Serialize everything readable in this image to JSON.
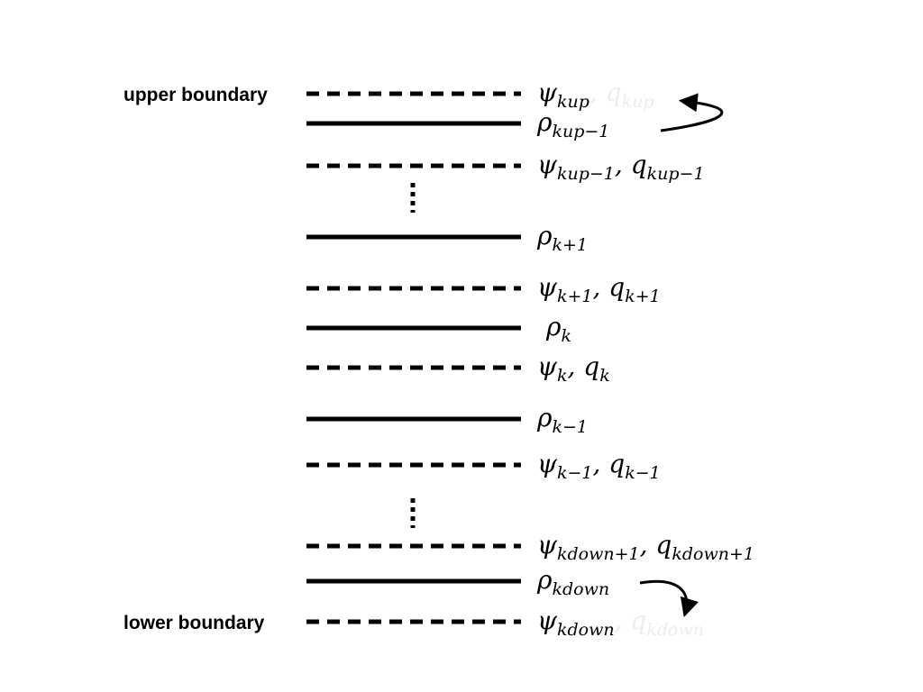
{
  "boundaries": {
    "upper": "upper boundary",
    "lower": "lower boundary"
  },
  "levels": [
    {
      "kind": "psi-q",
      "psi_sub": "kup",
      "q_sub": "kup",
      "q_faded": true,
      "boundary": "upper"
    },
    {
      "kind": "rho",
      "sub": "kup−1"
    },
    {
      "kind": "psi-q",
      "psi_sub": "kup−1",
      "q_sub": "kup−1"
    },
    {
      "kind": "ellipsis"
    },
    {
      "kind": "rho",
      "sub": "k+1"
    },
    {
      "kind": "psi-q",
      "psi_sub": "k+1",
      "q_sub": "k+1"
    },
    {
      "kind": "rho",
      "sub": "k"
    },
    {
      "kind": "psi-q",
      "psi_sub": "k",
      "q_sub": "k"
    },
    {
      "kind": "rho",
      "sub": "k−1"
    },
    {
      "kind": "psi-q",
      "psi_sub": "k−1",
      "q_sub": "k−1"
    },
    {
      "kind": "ellipsis"
    },
    {
      "kind": "psi-q",
      "psi_sub": "kdown+1",
      "q_sub": "kdown+1"
    },
    {
      "kind": "rho",
      "sub": "kdown"
    },
    {
      "kind": "psi-q",
      "psi_sub": "kdown",
      "q_sub": "kdown",
      "q_faded": true,
      "boundary": "lower"
    }
  ],
  "symbols": {
    "psi": "ψ",
    "rho": "ρ",
    "q": "q",
    "comma": ", "
  },
  "colors": {
    "line": "#000000",
    "faded_text": "#ececec"
  }
}
